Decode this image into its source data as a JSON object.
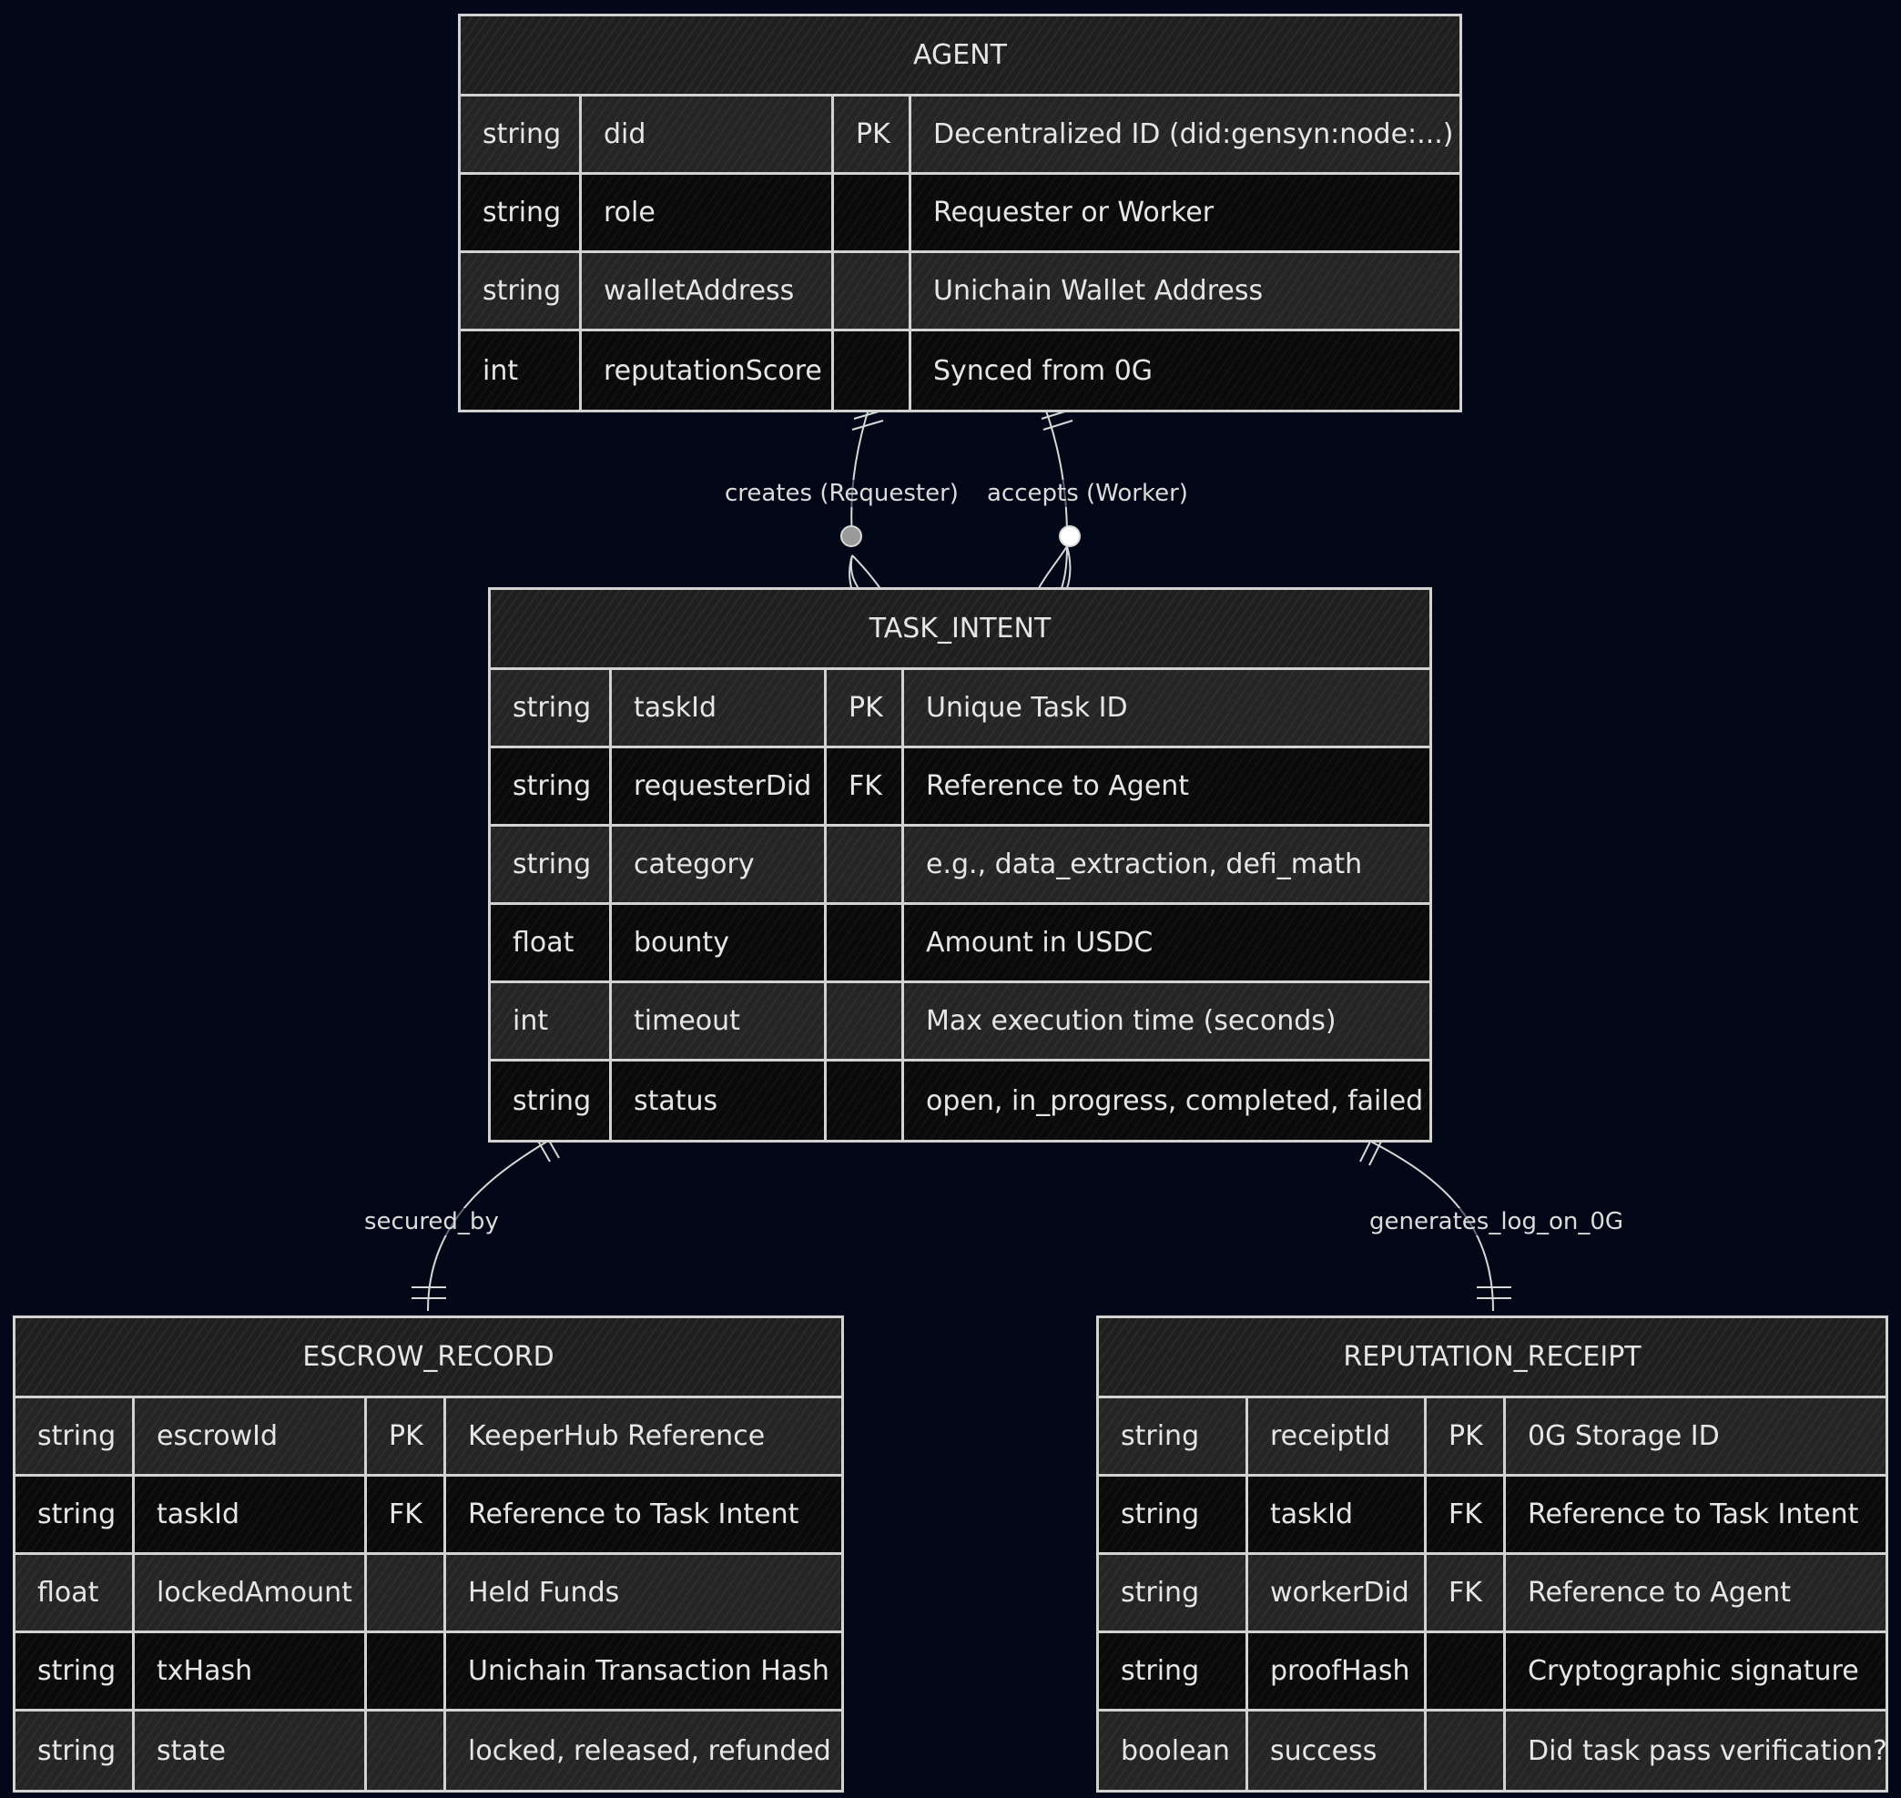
{
  "entities": {
    "agent": {
      "name": "AGENT",
      "rows": [
        [
          "string",
          "did",
          "PK",
          "Decentralized ID (did:gensyn:node:...)"
        ],
        [
          "string",
          "role",
          "",
          "Requester or Worker"
        ],
        [
          "string",
          "walletAddress",
          "",
          "Unichain Wallet Address"
        ],
        [
          "int",
          "reputationScore",
          "",
          "Synced from 0G"
        ]
      ]
    },
    "task_intent": {
      "name": "TASK_INTENT",
      "rows": [
        [
          "string",
          "taskId",
          "PK",
          "Unique Task ID"
        ],
        [
          "string",
          "requesterDid",
          "FK",
          "Reference to Agent"
        ],
        [
          "string",
          "category",
          "",
          "e.g., data_extraction, defi_math"
        ],
        [
          "float",
          "bounty",
          "",
          "Amount in USDC"
        ],
        [
          "int",
          "timeout",
          "",
          "Max execution time (seconds)"
        ],
        [
          "string",
          "status",
          "",
          "open, in_progress, completed, failed"
        ]
      ]
    },
    "escrow_record": {
      "name": "ESCROW_RECORD",
      "rows": [
        [
          "string",
          "escrowId",
          "PK",
          "KeeperHub Reference"
        ],
        [
          "string",
          "taskId",
          "FK",
          "Reference to Task Intent"
        ],
        [
          "float",
          "lockedAmount",
          "",
          "Held Funds"
        ],
        [
          "string",
          "txHash",
          "",
          "Unichain Transaction Hash"
        ],
        [
          "string",
          "state",
          "",
          "locked, released, refunded"
        ]
      ]
    },
    "reputation_receipt": {
      "name": "REPUTATION_RECEIPT",
      "rows": [
        [
          "string",
          "receiptId",
          "PK",
          "0G Storage ID"
        ],
        [
          "string",
          "taskId",
          "FK",
          "Reference to Task Intent"
        ],
        [
          "string",
          "workerDid",
          "FK",
          "Reference to Agent"
        ],
        [
          "string",
          "proofHash",
          "",
          "Cryptographic signature"
        ],
        [
          "boolean",
          "success",
          "",
          "Did task pass verification?"
        ]
      ]
    }
  },
  "relationships": {
    "creates": "creates (Requester)",
    "accepts": "accepts (Worker)",
    "secured_by": "secured_by",
    "generates": "generates_log_on_0G"
  }
}
